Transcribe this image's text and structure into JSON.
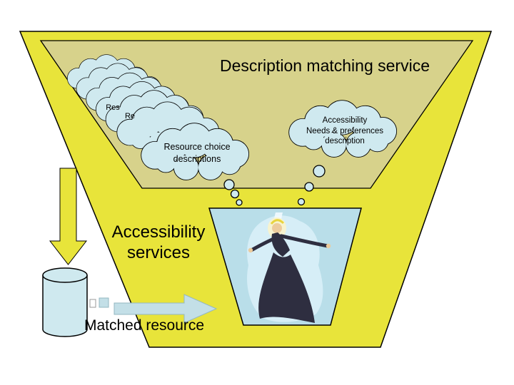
{
  "diagram": {
    "title": "Description matching service",
    "resource_clouds": {
      "partial_label_a": "Res",
      "partial_label_b": "Re",
      "front_line1": "Resource choice",
      "front_line2": "descriptions"
    },
    "needs_cloud": {
      "line1": "Accessibility",
      "line2": "Needs & preferences",
      "line3": "description"
    },
    "accessibility_services": {
      "line1": "Accessibility",
      "line2": "services"
    },
    "matched_resource_label": "Matched resource"
  },
  "colors": {
    "background": "#ffffff",
    "outer_funnel_yellow": "#e8e43a",
    "inner_funnel_olive": "#d7d28b",
    "cloud_blue": "#cfe9ef",
    "stage_blue": "#b9dee9",
    "cylinder_blue": "#cfe9ef",
    "matched_arrow_blue": "#c3dfe7",
    "figure_dark": "#2e2e40",
    "skin": "#eccb9c",
    "halo": "#f7f3cf",
    "hair_yellow": "#e8d43e",
    "figure_backdrop": "#d6eef7",
    "outline_black": "#000000"
  }
}
